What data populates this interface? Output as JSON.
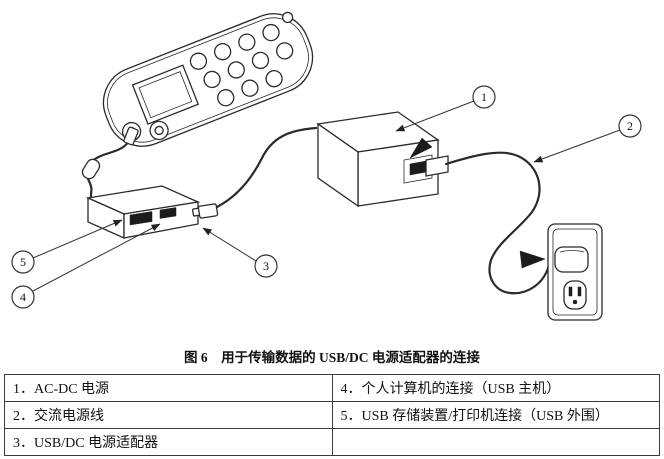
{
  "figure": {
    "caption": "图 6　用于传输数据的 USB/DC 电源适配器的连接",
    "callouts": [
      "1",
      "2",
      "3",
      "4",
      "5"
    ]
  },
  "legend_table": {
    "rows": [
      {
        "left": "1．AC-DC 电源",
        "right": "4．个人计算机的连接（USB 主机）"
      },
      {
        "left": "2．交流电源线",
        "right": "5．USB 存储装置/打印机连接（USB 外围）"
      },
      {
        "left": "3．USB/DC 电源适配器",
        "right": ""
      }
    ]
  }
}
